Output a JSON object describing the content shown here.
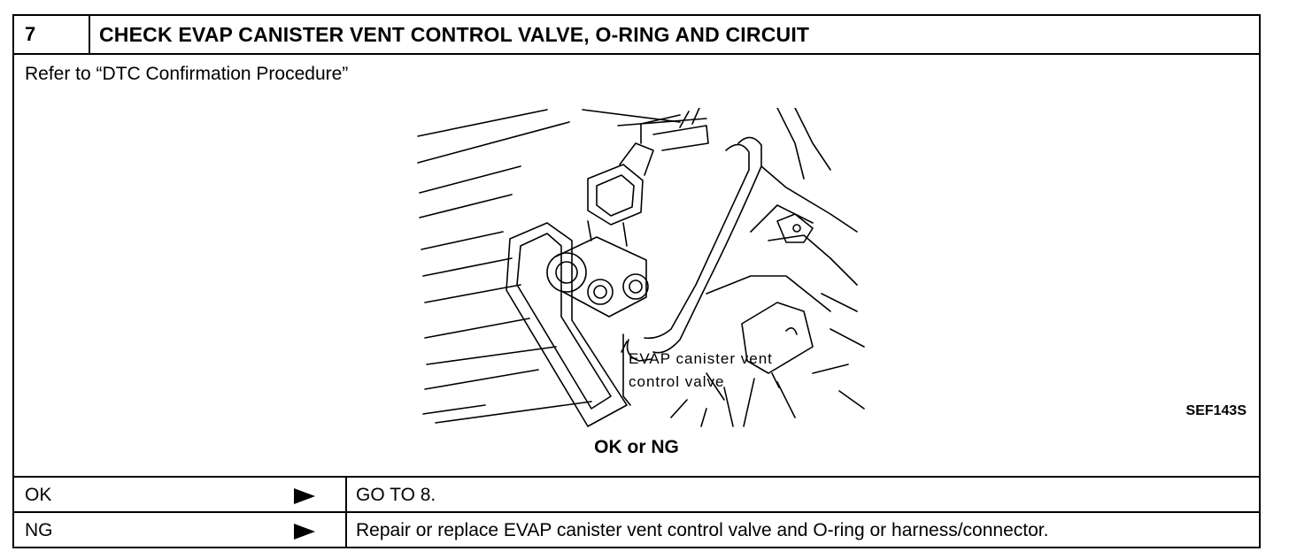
{
  "header": {
    "step_number": "7",
    "title": "CHECK EVAP CANISTER VENT CONTROL VALVE, O-RING AND CIRCUIT"
  },
  "body": {
    "refer_text": "Refer to “DTC Confirmation Procedure”",
    "figure": {
      "callout_line1": "EVAP canister vent",
      "callout_line2": "control valve",
      "figure_code": "SEF143S"
    },
    "decision_label": "OK or NG"
  },
  "results": [
    {
      "label": "OK",
      "action": "GO TO 8."
    },
    {
      "label": "NG",
      "action": "Repair or replace EVAP canister vent control valve and O-ring or harness/connector."
    }
  ]
}
